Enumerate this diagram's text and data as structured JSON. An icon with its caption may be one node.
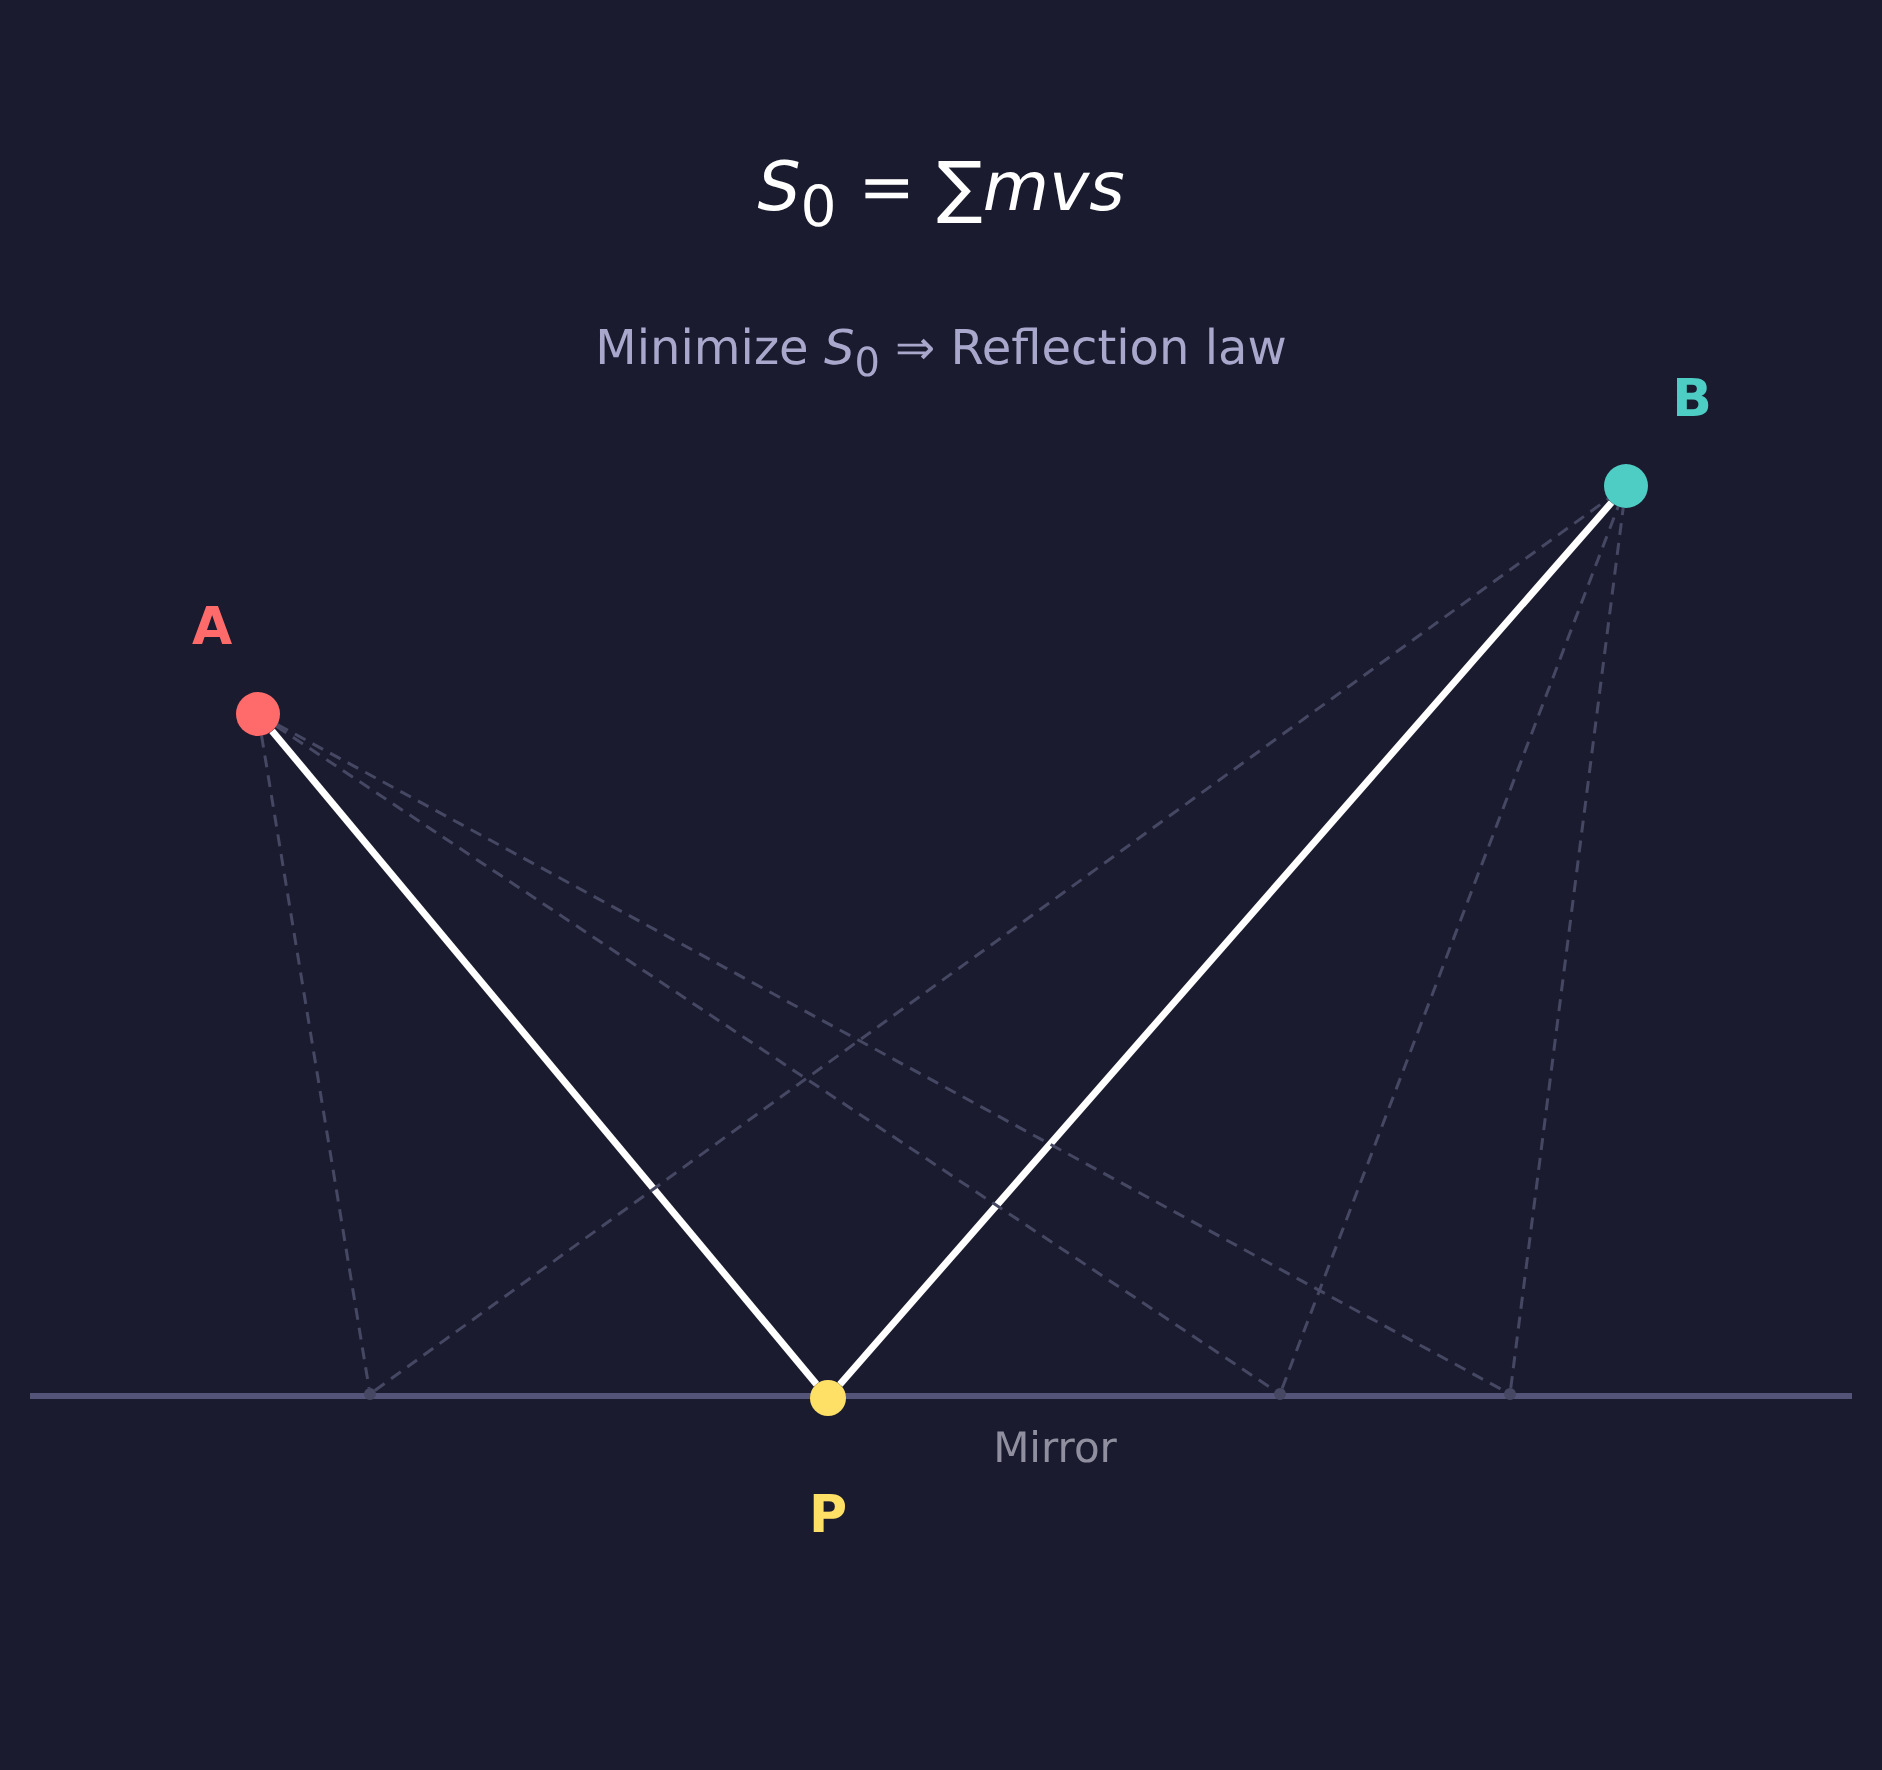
{
  "diagram": {
    "title": "*S*$_{0}$ = ∑*mvs*",
    "nodes": [
      {
        "text": [
          "A"
        ]
      },
      {
        "text": [
          "B"
        ]
      },
      {
        "text": [
          "P"
        ]
      },
      {
        "text": [],
        "shape": "point"
      },
      {
        "text": [],
        "shape": "point"
      },
      {
        "text": [],
        "shape": "point"
      }
    ],
    "edges": [
      {
        "from": 0,
        "to": 2,
        "arrow": "none",
        "style": "thick",
        "color": "#ffffff"
      },
      {
        "from": 2,
        "to": 1,
        "arrow": "none",
        "style": "thick",
        "color": "#ffffff"
      },
      {
        "from": 0,
        "to": 3,
        "arrow": "none",
        "style": "dashed"
      },
      {
        "from": 3,
        "to": 1,
        "arrow": "none",
        "style": "dashed"
      },
      {
        "from": 0,
        "to": 4,
        "arrow": "none",
        "style": "dashed"
      },
      {
        "from": 4,
        "to": 1,
        "arrow": "none",
        "style": "dashed"
      },
      {
        "from": 0,
        "to": 5,
        "arrow": "none",
        "style": "dashed"
      },
      {
        "from": 5,
        "to": 1,
        "arrow": "none",
        "style": "dashed"
      }
    ],
    "labels": [
      "Minimize *S*$_{0}$ ⇒ Reflection law",
      "Mirror"
    ]
  }
}
